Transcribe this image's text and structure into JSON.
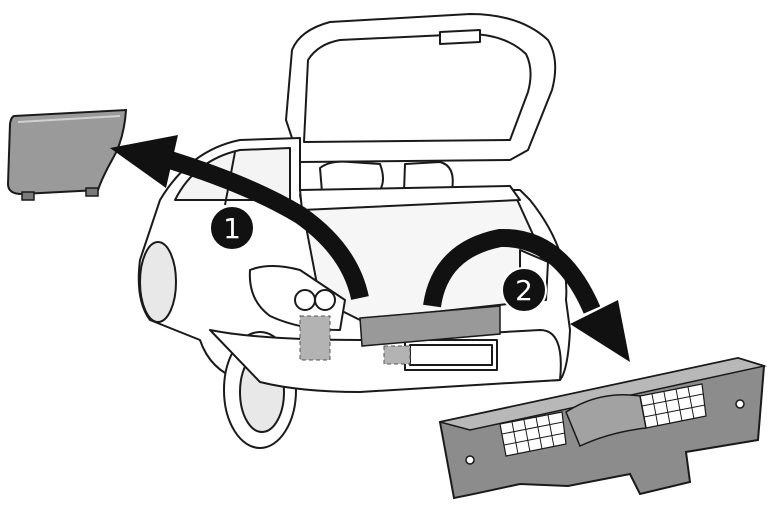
{
  "illustration": {
    "steps": [
      {
        "number": "1",
        "action": "remove-side-panel"
      },
      {
        "number": "2",
        "action": "remove-boot-sill-trim"
      }
    ],
    "colors": {
      "line": "#1a1a1a",
      "panel_fill": "#8a8a8a",
      "panel_light": "#b8b8b8",
      "side_panel_fill": "#9a9a9a",
      "arrow": "#111111",
      "badge": "#111111",
      "badge_text": "#ffffff",
      "background": "#ffffff"
    },
    "icons": [
      "curved-arrow-left",
      "curved-arrow-right",
      "car-rear-view",
      "side-trim-panel",
      "boot-sill-trim"
    ]
  }
}
